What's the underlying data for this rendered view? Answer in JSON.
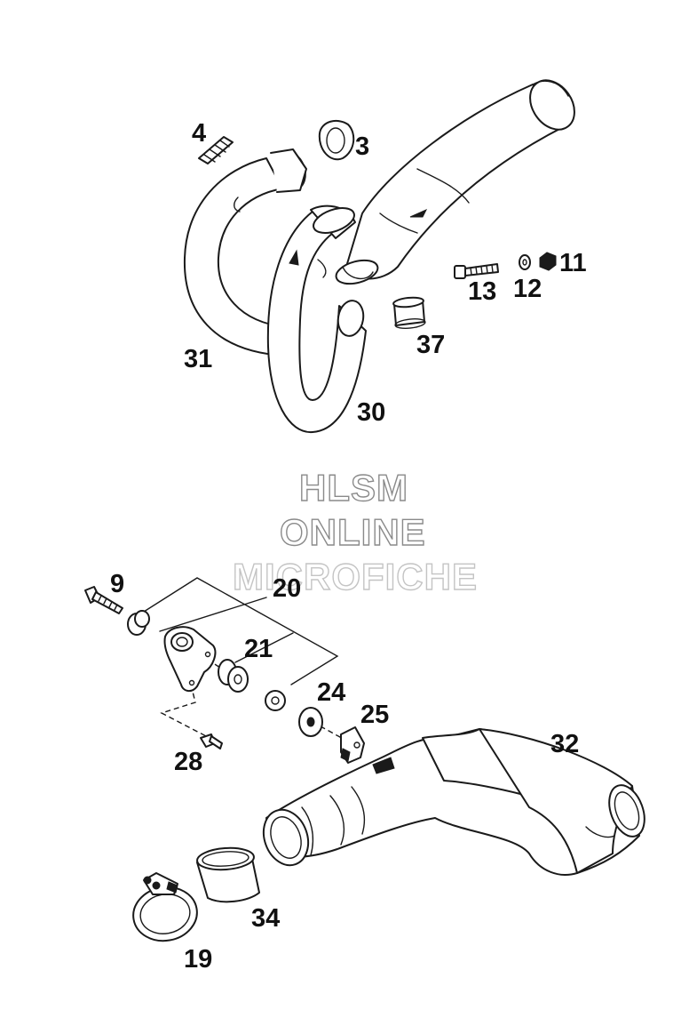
{
  "watermark": {
    "line1": "HLSM",
    "line2": "ONLINE",
    "line3": "MICROFICHE"
  },
  "callouts": {
    "p4": "4",
    "p3": "3",
    "p11": "11",
    "p13": "13",
    "p12": "12",
    "p31": "31",
    "p37": "37",
    "p30": "30",
    "p9": "9",
    "p20": "20",
    "p21": "21",
    "p24": "24",
    "p25": "25",
    "p32": "32",
    "p28": "28",
    "p34": "34",
    "p19": "19"
  }
}
